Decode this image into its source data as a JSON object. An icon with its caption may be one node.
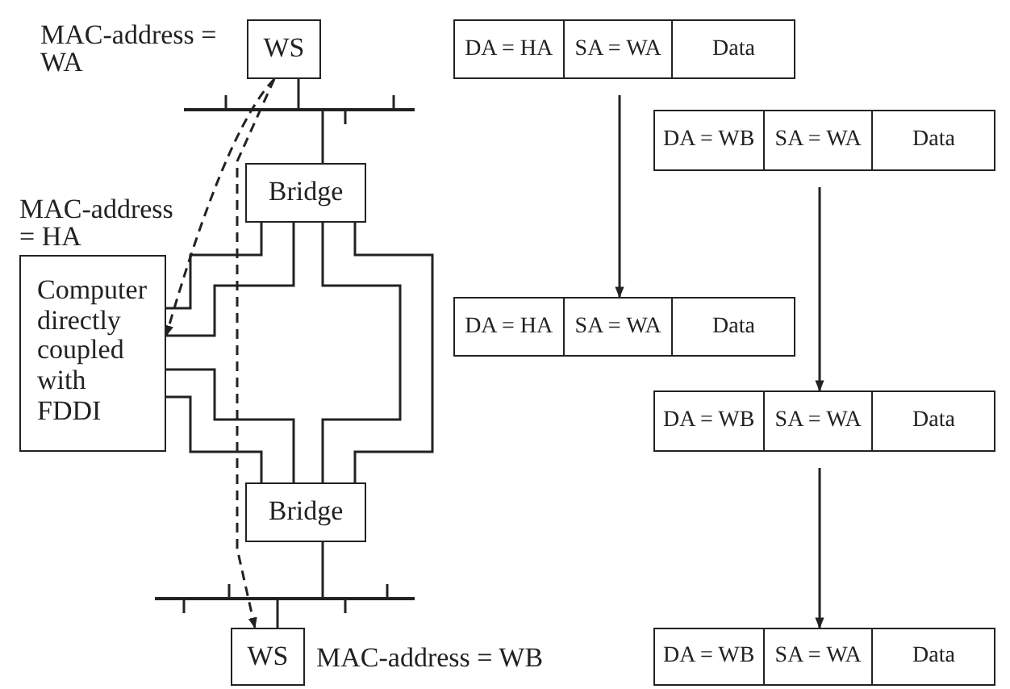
{
  "diagram": {
    "nodes": [
      {
        "text": [
          "WS"
        ],
        "beside": [
          "MAC-address = WA"
        ]
      },
      {
        "text": [],
        "shape": "bar"
      },
      {
        "text": [
          "Bridge"
        ]
      },
      {
        "text": [
          "Computer directly coupled with FDDI"
        ],
        "beside": [
          "MAC-address = HA"
        ]
      },
      {
        "text": [
          "Bridge"
        ]
      },
      {
        "text": [],
        "shape": "bar"
      },
      {
        "text": [
          "WS"
        ],
        "beside": [
          "MAC-address = WB"
        ]
      },
      {
        "text": [
          "DA = HA",
          "SA = WA",
          "Data"
        ]
      },
      {
        "text": [
          "DA = WB",
          "SA = WA",
          "Data"
        ]
      },
      {
        "text": [
          "DA = HA",
          "SA = WA",
          "Data"
        ]
      },
      {
        "text": [
          "DA = WB",
          "SA = WA",
          "Data"
        ]
      },
      {
        "text": [
          "DA = WB",
          "SA = WA",
          "Data"
        ]
      }
    ],
    "edges": [
      {
        "from": 0,
        "to": 1,
        "arrow": "none"
      },
      {
        "from": 1,
        "to": 2,
        "arrow": "none"
      },
      {
        "from": 2,
        "to": 3,
        "arrow": "none"
      },
      {
        "from": 2,
        "to": 3,
        "arrow": "none"
      },
      {
        "from": 2,
        "to": 4,
        "arrow": "none"
      },
      {
        "from": 2,
        "to": 4,
        "arrow": "none"
      },
      {
        "from": 3,
        "to": 4,
        "arrow": "none"
      },
      {
        "from": 3,
        "to": 4,
        "arrow": "none"
      },
      {
        "from": 4,
        "to": 5,
        "arrow": "none"
      },
      {
        "from": 5,
        "to": 6,
        "arrow": "none"
      },
      {
        "from": 0,
        "to": 3,
        "arrow": "to",
        "style": "dashed"
      },
      {
        "from": 0,
        "to": 6,
        "arrow": "to",
        "style": "dashed"
      },
      {
        "from": 7,
        "to": 9,
        "arrow": "to"
      },
      {
        "from": 8,
        "to": 10,
        "arrow": "to"
      },
      {
        "from": 10,
        "to": 11,
        "arrow": "to"
      }
    ]
  }
}
